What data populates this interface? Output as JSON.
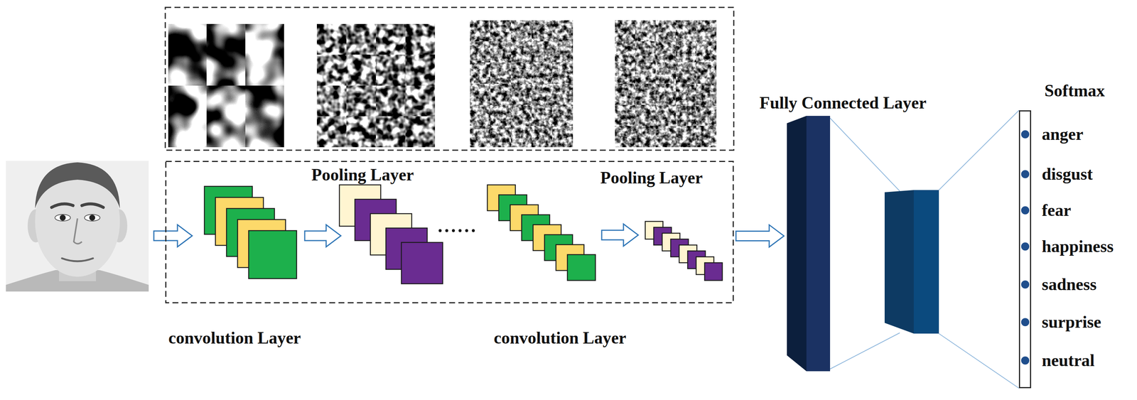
{
  "diagram": {
    "nodes": [
      {
        "text": [
          "Pooling Layer",
          "Pooling Layer"
        ]
      },
      {
        "text": [
          "Fully Connected Layer"
        ]
      },
      {
        "text": [
          "Softmax",
          "anger",
          "disgust",
          "fear",
          "happiness",
          "sadness",
          "surprise",
          "neutral"
        ]
      }
    ],
    "edges": [
      {
        "from": 0,
        "to": 1,
        "arrow": "to"
      },
      {
        "from": 1,
        "to": 2,
        "arrow": "none"
      }
    ],
    "labels": [
      "convolution Layer",
      "convolution Layer"
    ]
  }
}
